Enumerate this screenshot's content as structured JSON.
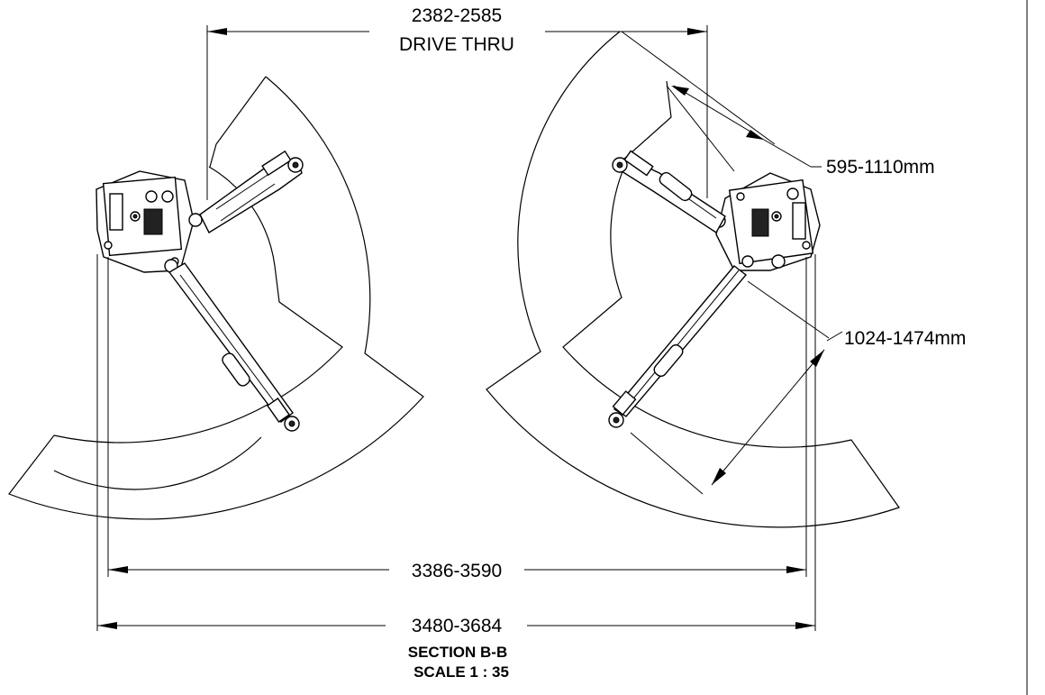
{
  "dimensions": {
    "drive_thru_value": "2382-2585",
    "drive_thru_label": "DRIVE THRU",
    "arm_short": "595-1110mm",
    "arm_long": "1024-1474mm",
    "inner_width": "3386-3590",
    "outer_width": "3480-3684"
  },
  "caption": {
    "section": "SECTION B-B",
    "scale": "SCALE 1 : 35"
  }
}
